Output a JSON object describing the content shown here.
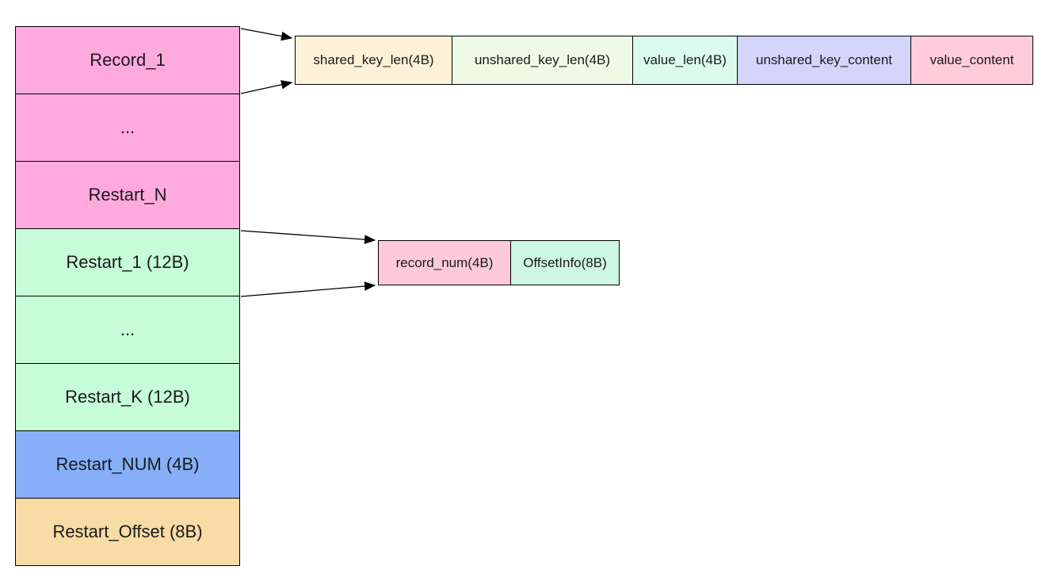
{
  "diagram": {
    "description_colors": {
      "border": "#000000",
      "background": "#ffffff"
    },
    "block_column": {
      "rows": [
        {
          "label": "Record_1",
          "color": "#ffaade"
        },
        {
          "label": "...",
          "color": "#ffaade"
        },
        {
          "label": "Restart_N",
          "color": "#ffaade"
        },
        {
          "label": "Restart_1 (12B)",
          "color": "#c6fcd8"
        },
        {
          "label": "...",
          "color": "#c6fcd8"
        },
        {
          "label": "Restart_K (12B)",
          "color": "#c6fcd8"
        },
        {
          "label": "Restart_NUM (4B)",
          "color": "#86aff8"
        },
        {
          "label": "Restart_Offset (8B)",
          "color": "#f9dba6"
        }
      ]
    },
    "record_detail_row": {
      "cells": [
        {
          "label": "shared_key_len(4B)",
          "color": "#fdf2d8"
        },
        {
          "label": "unshared_key_len(4B)",
          "color": "#effae6"
        },
        {
          "label": "value_len(4B)",
          "color": "#dcfbef"
        },
        {
          "label": "unshared_key_content",
          "color": "#d3d5fa"
        },
        {
          "label": "value_content",
          "color": "#ffccdc"
        }
      ]
    },
    "restart_detail_row": {
      "cells": [
        {
          "label": "record_num(4B)",
          "color": "#fec9da"
        },
        {
          "label": "OffsetInfo(8B)",
          "color": "#cdf6e4"
        }
      ]
    }
  }
}
